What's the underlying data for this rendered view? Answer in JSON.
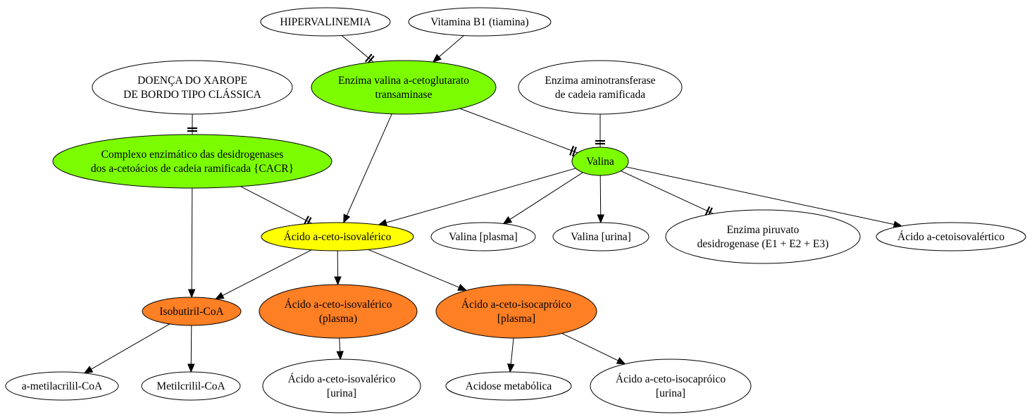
{
  "colors": {
    "green": "#7cfc00",
    "yellow": "#ffff00",
    "orange": "#ff7f24",
    "white": "#ffffff",
    "line": "#000000"
  },
  "nodes": {
    "hipervalinemia": {
      "lines": [
        "HIPERVALINEMIA"
      ],
      "fill": "white"
    },
    "vitamina_b1": {
      "lines": [
        "Vitamina B1 (tiamina)"
      ],
      "fill": "white"
    },
    "enzima_valina_transaminase": {
      "lines": [
        "Enzima valina a-cetoglutarato",
        "transaminase"
      ],
      "fill": "green"
    },
    "doenca_xarope": {
      "lines": [
        "DOENÇA DO XAROPE",
        "DE BORDO TIPO CLÁSSICA"
      ],
      "fill": "white"
    },
    "enzima_aminotransferase": {
      "lines": [
        "Enzima aminotransferase",
        "de cadeia ramificada"
      ],
      "fill": "white"
    },
    "complexo_cacr": {
      "lines": [
        "Complexo enzimático das desidrogenases",
        "dos a-cetoácios de cadeia ramificada {CACR}"
      ],
      "fill": "green"
    },
    "valina": {
      "lines": [
        "Valina"
      ],
      "fill": "green"
    },
    "acido_ceto_isovalerico": {
      "lines": [
        "Ácido a-ceto-isovalérico"
      ],
      "fill": "yellow"
    },
    "valina_plasma": {
      "lines": [
        "Valina [plasma]"
      ],
      "fill": "white"
    },
    "valina_urina": {
      "lines": [
        "Valina [urina]"
      ],
      "fill": "white"
    },
    "enzima_piruvato": {
      "lines": [
        "Enzima piruvato",
        "desidrogenase (E1 + E2 + E3)"
      ],
      "fill": "white"
    },
    "acido_cetoisovalertico": {
      "lines": [
        "Ácido a-cetoisovalértico"
      ],
      "fill": "white"
    },
    "isobutiril_coa": {
      "lines": [
        "Isobutiril-CoA"
      ],
      "fill": "orange"
    },
    "acido_isovalerico_plasma": {
      "lines": [
        "Ácido a-ceto-isovalérico",
        "(plasma)"
      ],
      "fill": "orange"
    },
    "acido_isocaproico_plasma": {
      "lines": [
        "Ácido a-ceto-isocapróico",
        "[plasma]"
      ],
      "fill": "orange"
    },
    "metilacrilil_coa": {
      "lines": [
        "a-metilacrilil-CoA"
      ],
      "fill": "white"
    },
    "metilcrilil_coa": {
      "lines": [
        "Metilcrilil-CoA"
      ],
      "fill": "white"
    },
    "acido_isovalerico_urina": {
      "lines": [
        "Ácido a-ceto-isovalérico",
        "[urina]"
      ],
      "fill": "white"
    },
    "acidose_metabolica": {
      "lines": [
        "Acidose metabólica"
      ],
      "fill": "white"
    },
    "acido_isocaproico_urina": {
      "lines": [
        "Ácido a-ceto-isocapróico",
        "[urina]"
      ],
      "fill": "white"
    }
  },
  "edges": [
    {
      "from": "hipervalinemia",
      "to": "enzima_valina_transaminase",
      "head": "tee"
    },
    {
      "from": "vitamina_b1",
      "to": "enzima_valina_transaminase",
      "head": "arrow"
    },
    {
      "from": "doenca_xarope",
      "to": "complexo_cacr",
      "head": "tee"
    },
    {
      "from": "enzima_valina_transaminase",
      "to": "valina",
      "head": "tee"
    },
    {
      "from": "enzima_aminotransferase",
      "to": "valina",
      "head": "tee"
    },
    {
      "from": "enzima_valina_transaminase",
      "to": "acido_ceto_isovalerico",
      "head": "arrow"
    },
    {
      "from": "complexo_cacr",
      "to": "acido_ceto_isovalerico",
      "head": "tee"
    },
    {
      "from": "complexo_cacr",
      "to": "isobutiril_coa",
      "head": "arrow"
    },
    {
      "from": "valina",
      "to": "acido_ceto_isovalerico",
      "head": "arrow"
    },
    {
      "from": "valina",
      "to": "valina_plasma",
      "head": "arrow"
    },
    {
      "from": "valina",
      "to": "valina_urina",
      "head": "arrow"
    },
    {
      "from": "valina",
      "to": "enzima_piruvato",
      "head": "tee"
    },
    {
      "from": "valina",
      "to": "acido_cetoisovalertico",
      "head": "arrow"
    },
    {
      "from": "acido_ceto_isovalerico",
      "to": "isobutiril_coa",
      "head": "arrow"
    },
    {
      "from": "acido_ceto_isovalerico",
      "to": "acido_isovalerico_plasma",
      "head": "arrow"
    },
    {
      "from": "acido_ceto_isovalerico",
      "to": "acido_isocaproico_plasma",
      "head": "arrow"
    },
    {
      "from": "isobutiril_coa",
      "to": "metilacrilil_coa",
      "head": "arrow"
    },
    {
      "from": "isobutiril_coa",
      "to": "metilcrilil_coa",
      "head": "arrow"
    },
    {
      "from": "acido_isovalerico_plasma",
      "to": "acido_isovalerico_urina",
      "head": "arrow"
    },
    {
      "from": "acido_isocaproico_plasma",
      "to": "acidose_metabolica",
      "head": "arrow"
    },
    {
      "from": "acido_isocaproico_plasma",
      "to": "acido_isocaproico_urina",
      "head": "arrow"
    }
  ]
}
